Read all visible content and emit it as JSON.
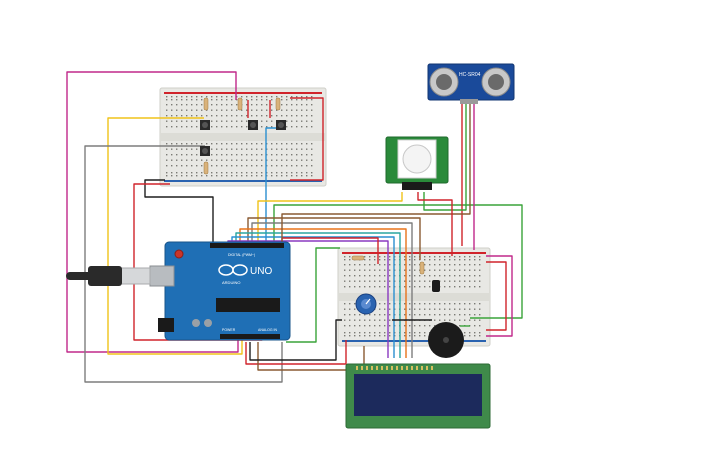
{
  "colors": {
    "board_blue": "#1f6fb5",
    "board_dark": "#18548a",
    "breadboard": "#e8e8e4",
    "breadboard_edge": "#cfcfc9",
    "hole": "#7a7a74",
    "rail_red": "#d0242b",
    "rail_blue": "#2a63b0",
    "sonar_blue": "#1a4a9a",
    "pir_green": "#2a8a3a",
    "lcd_green": "#3f8a4a",
    "lcd_screen": "#1c2a5c",
    "buzzer": "#1b1b1b",
    "wire_red": "#d0242b",
    "wire_pink": "#c0288a",
    "wire_yellow": "#f0c31a",
    "wire_gray": "#7d7d7d",
    "wire_black": "#1f1f1f",
    "wire_green": "#3aa43a",
    "wire_blue": "#2a8fd0",
    "wire_brown": "#8a5a32",
    "wire_orange": "#e8731a",
    "wire_purple": "#8a3ac0",
    "wire_teal": "#2aa6a0"
  },
  "arduino": {
    "logo_text": "UNO",
    "brand_text": "ARDUINO",
    "label_digital": "DIGITAL (PWM~)",
    "label_power": "POWER",
    "label_analog": "ANALOG IN"
  },
  "sonar": {
    "label": "HC-SR04"
  },
  "icons": {
    "usb": "usb-connector-icon",
    "power_jack": "power-jack-icon",
    "reset": "reset-button-icon"
  }
}
